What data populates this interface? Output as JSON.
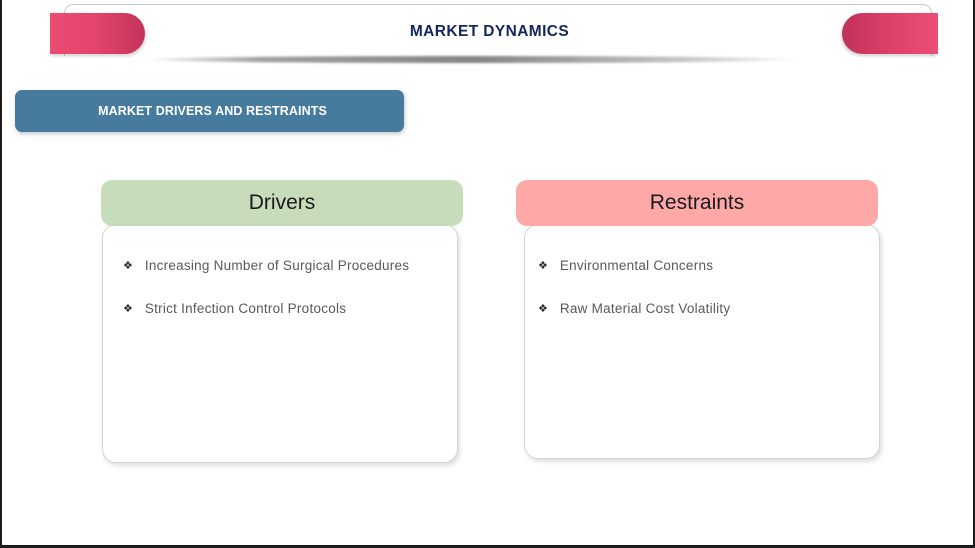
{
  "slide": {
    "title": "MARKET DYNAMICS",
    "section_banner_label": "MARKET DRIVERS AND RESTRAINTS"
  },
  "colors": {
    "title_navy": "#13265e",
    "ribbon_crimson": "#e5456c",
    "banner_steel_blue": "#477b9e",
    "drivers_green": "#c7dcba",
    "restraints_pink": "#ffa8a8",
    "body_text_gray": "#595959",
    "card_border_gray": "#d3d3d3"
  },
  "cards": [
    {
      "id": "drivers",
      "title": "Drivers",
      "bullet_glyph": "❖",
      "items": [
        "Increasing Number of Surgical Procedures",
        "Strict Infection Control Protocols"
      ]
    },
    {
      "id": "restraints",
      "title": "Restraints",
      "bullet_glyph": "❖",
      "items": [
        "Environmental Concerns",
        "Raw Material Cost Volatility"
      ]
    }
  ]
}
